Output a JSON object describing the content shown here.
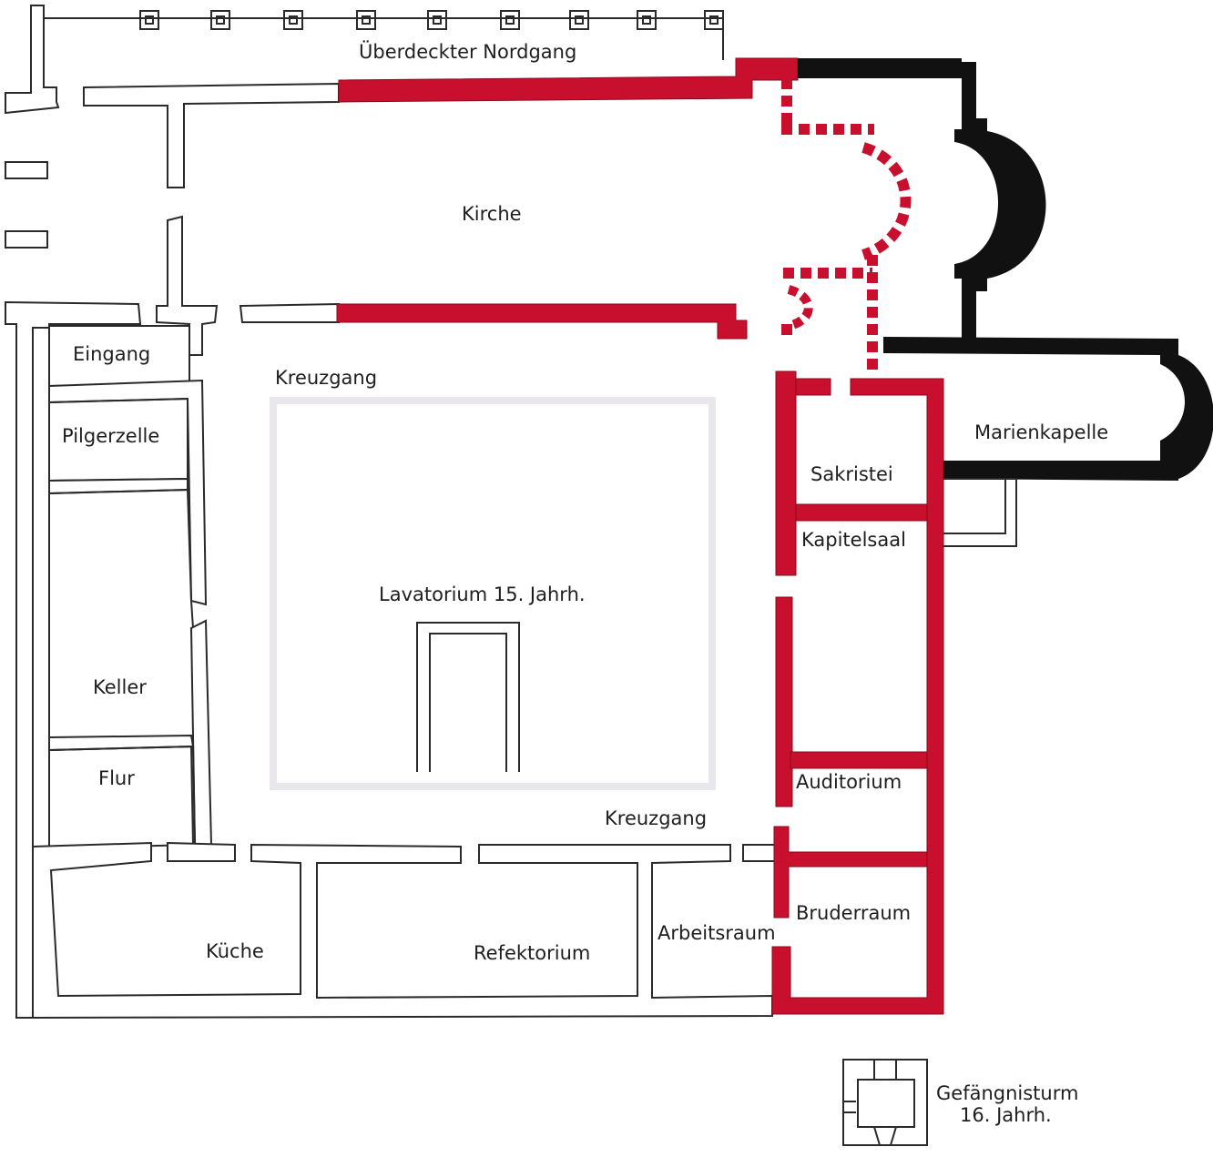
{
  "colors": {
    "baroque_wall": "#c8102e",
    "romanesque_wall": "#111111",
    "other_wall": "#ffffff",
    "outline": "#2a2a2a"
  },
  "labels": {
    "nordgang": "Überdeckter Nordgang",
    "kirche": "Kirche",
    "eingang": "Eingang",
    "kreuzgang_north": "Kreuzgang",
    "pilgerzelle": "Pilgerzelle",
    "lavatorium": "Lavatorium 15. Jahrh.",
    "keller": "Keller",
    "flur": "Flur",
    "kreuzgang_south": "Kreuzgang",
    "kueche": "Küche",
    "refektorium": "Refektorium",
    "arbeitsraum": "Arbeitsraum",
    "sakristei": "Sakristei",
    "kapitelsaal": "Kapitelsaal",
    "auditorium": "Auditorium",
    "bruderraum": "Bruderraum",
    "marienkapelle": "Marienkapelle",
    "gefaengnisturm_line1": "Gefängnisturm",
    "gefaengnisturm_line2": "16. Jahrh."
  }
}
